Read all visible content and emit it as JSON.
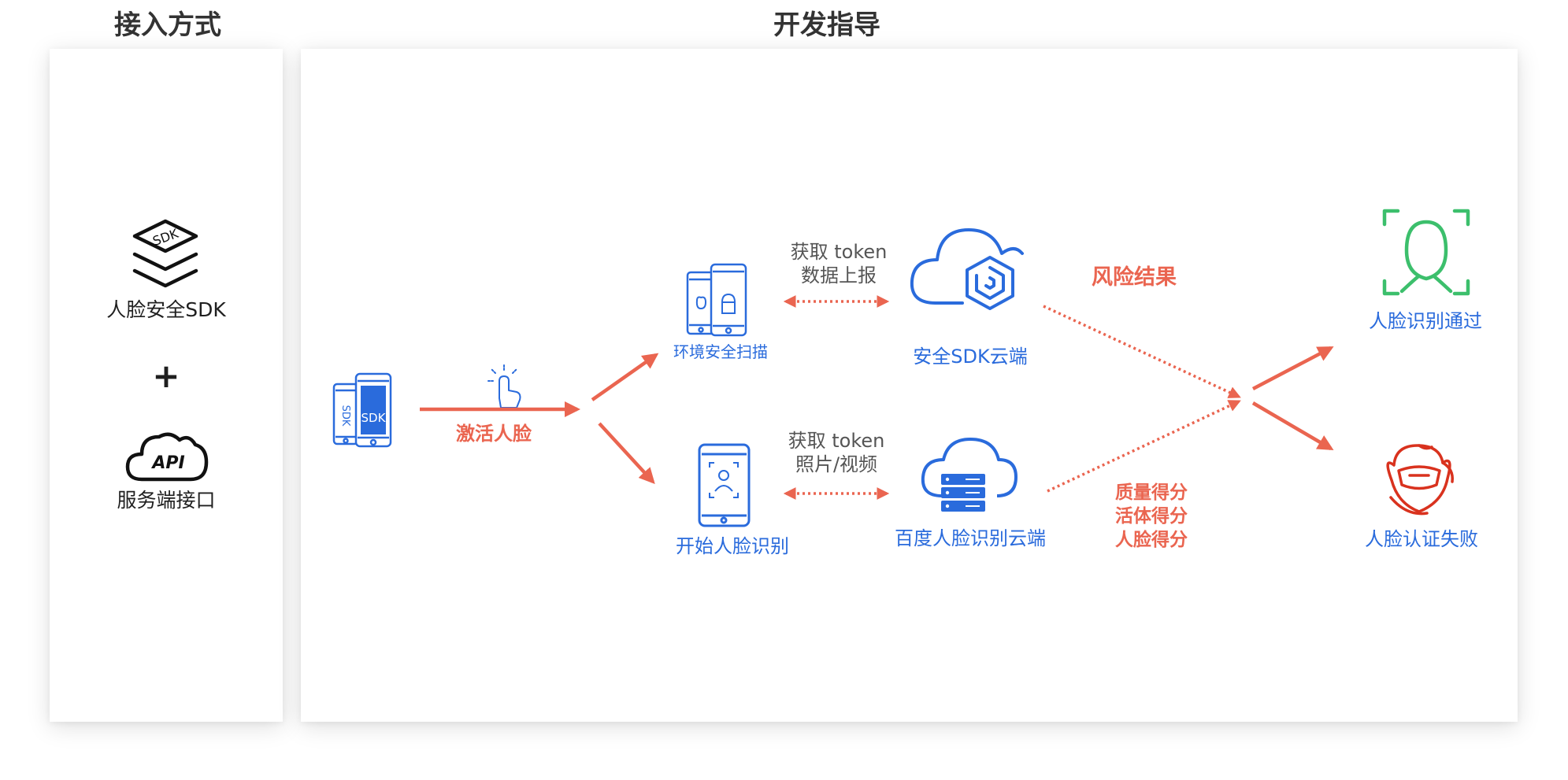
{
  "titles": {
    "access": "接入方式",
    "guide": "开发指导"
  },
  "access": {
    "sdk_icon_text": "SDK",
    "sdk_label": "人脸安全SDK",
    "plus": "+",
    "api_icon_text": "API",
    "api_label": "服务端接口"
  },
  "flow": {
    "phone_sdk_text": "SDK",
    "activate": "激活人脸",
    "env_scan": "环境安全扫描",
    "start_face": "开始人脸识别",
    "top_exchange": [
      "获取 token",
      "数据上报"
    ],
    "bottom_exchange": [
      "获取 token",
      "照片/视频"
    ],
    "sdk_cloud": "安全SDK云端",
    "baidu_cloud": "百度人脸识别云端",
    "risk_result": "风险结果",
    "scores": [
      "质量得分",
      "活体得分",
      "人脸得分"
    ],
    "pass": "人脸识别通过",
    "fail": "人脸认证失败"
  },
  "colors": {
    "blue": "#2a6bdc",
    "red": "#ea6550",
    "green": "#3cbf6c",
    "fail_red": "#d9321e"
  },
  "icons": [
    "sdk-layers-icon",
    "api-cloud-icon",
    "dual-phone-sdk-icon",
    "tap-icon",
    "ios-android-phones-icon",
    "face-scan-phone-icon",
    "cloud-hexagon-icon",
    "cloud-server-icon",
    "face-frame-icon",
    "masked-face-icon"
  ]
}
